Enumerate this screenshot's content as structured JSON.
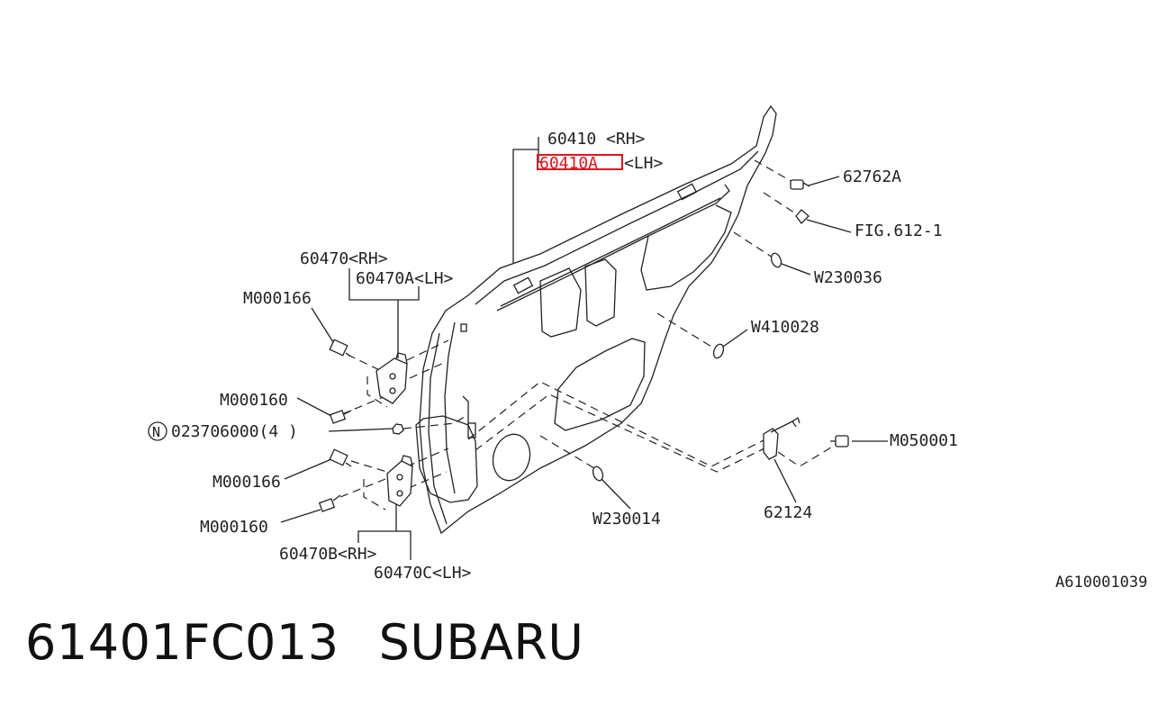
{
  "labels": {
    "l60410": "60410  <RH>",
    "l60410a": "60410A",
    "l60410a_lh": "<LH>",
    "l62762a": "62762A",
    "lfig": "FIG.612-1",
    "lw230036": "W230036",
    "lw410028": "W410028",
    "l60470": "60470<RH>",
    "l60470a": "60470A<LH>",
    "lm000166a": "M000166",
    "lm000160a": "M000160",
    "lnut": "023706000(4 )",
    "lnut_mark": "N",
    "lm000166b": "M000166",
    "lm000160b": "M000160",
    "l60470b": "60470B<RH>",
    "l60470c": "60470C<LH>",
    "lw230014": "W230014",
    "l62124": "62124",
    "lm050001": "M050001",
    "lref": "A610001039"
  },
  "highlight_color": "#e0141e",
  "footer": {
    "part_number": "61401FC013",
    "brand": "SUBARU"
  }
}
